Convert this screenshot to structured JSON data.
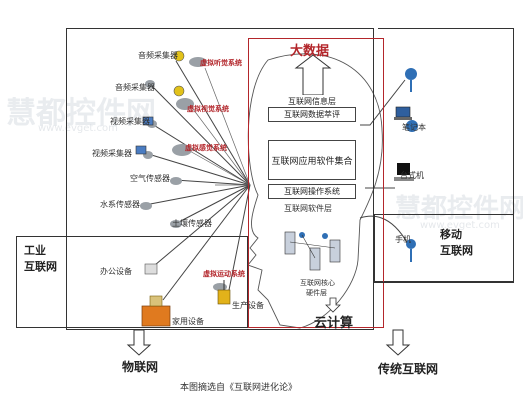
{
  "title": {
    "big_data": "大数据",
    "cloud": "云计算",
    "iot": "物联网",
    "traditional_internet": "传统互联网",
    "industrial_internet_line1": "工业",
    "industrial_internet_line2": "互联网",
    "mobile_internet_line1": "移动",
    "mobile_internet_line2": "互联网"
  },
  "sensors": {
    "audio1": "音频采集器",
    "audio2": "音频采集器",
    "video1": "视频采集器",
    "video2": "视频采集器",
    "air": "空气传感器",
    "water": "水系传感器",
    "soil": "土壤传感器",
    "office": "办公设备",
    "home": "家用设备",
    "production": "生产设备"
  },
  "virtual_systems": {
    "hearing": "虚拟听觉系统",
    "vision": "虚拟视觉系统",
    "sensory": "虚拟感觉系统",
    "motion": "虚拟运动系统"
  },
  "brain": {
    "memory_layer": "互联网信息层",
    "data_eval": "互联网数据萃评",
    "software_set": "互联网应用软件集合",
    "os": "互联网操作系统",
    "software_layer": "互联网软件层",
    "core_hw_line1": "互联网核心",
    "core_hw_line2": "硬件层"
  },
  "terminals": {
    "laptop": "笔记本",
    "desktop": "台式机",
    "phone": "手机"
  },
  "caption": "本图摘选自《互联网进化论》",
  "watermark": {
    "left_main": "慧都控件网",
    "left_sub": "www.evget.com",
    "right_main": "慧都控件网",
    "right_sub": "www.evget.com"
  },
  "colors": {
    "accent_red": "#b3262b",
    "line": "#444444",
    "blob": "#9aa0a6"
  }
}
